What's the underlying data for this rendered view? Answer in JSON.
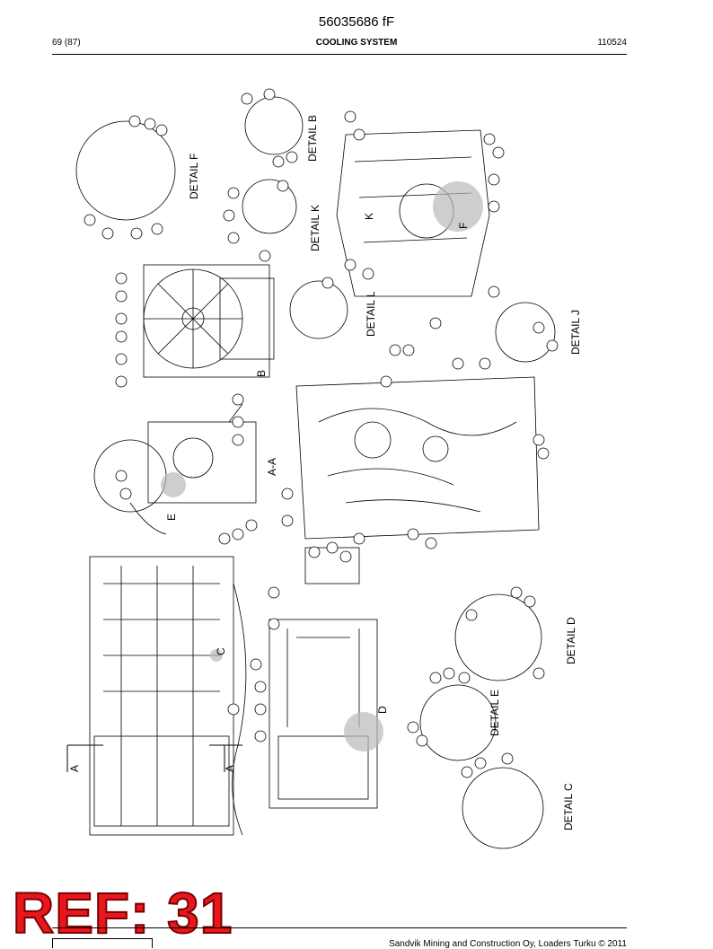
{
  "document_number": "56035686 fF",
  "header": {
    "page": "69 (87)",
    "title": "COOLING SYSTEM",
    "code": "110524"
  },
  "drawing_labels": {
    "detail_b": "DETAIL B",
    "detail_c": "DETAIL C",
    "detail_d": "DETAIL D",
    "detail_e": "DETAIL E",
    "detail_f": "DETAIL F",
    "detail_j": "DETAIL J",
    "detail_k": "DETAIL K",
    "detail_l": "DETAIL L",
    "section_aa": "A-A",
    "letter_a": "A",
    "letter_b": "B",
    "letter_c": "C",
    "letter_d": "D",
    "letter_e": "E",
    "letter_f": "F",
    "letter_k": "K"
  },
  "reference_stamp": "REF: 31",
  "footer": {
    "copyright": "Sandvik Mining and Construction Oy, Loaders Turku © 2011"
  },
  "colors": {
    "stamp_red": "#e8171e",
    "line": "#000000",
    "shade": "#b9b9b9"
  }
}
